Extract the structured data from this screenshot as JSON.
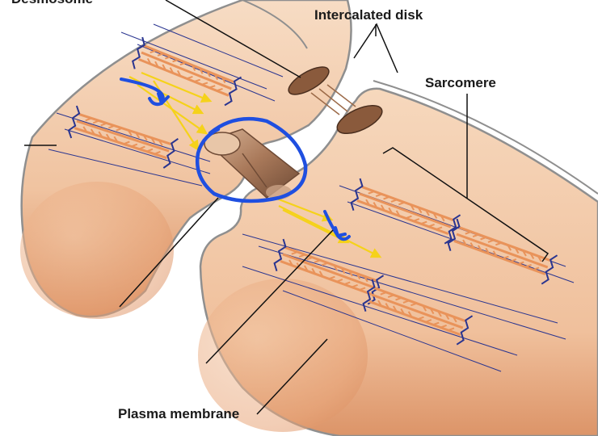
{
  "labels": {
    "top_left_partial": "Desmosome",
    "intercalated_disk": "Intercalated disk",
    "sarcomere": "Sarcomere",
    "plasma_membrane": "Plasma membrane"
  },
  "colors": {
    "cell_fill": "#f0c9a8",
    "cell_shadow": "#e3a97f",
    "myofilament": "#e9935a",
    "z_line": "#2a3590",
    "membrane": "#8f8f8f",
    "junction": "#8a5a3c",
    "annotation_blue": "#1f4fe0",
    "arrow_yellow": "#f5d21a",
    "leader_line": "#111111"
  },
  "icons": {
    "annotation_arrow_1": "blue-hand-drawn-arrow-icon",
    "annotation_arrow_2": "blue-hand-drawn-arrow-icon",
    "ion_flow": "yellow-arrow-icon"
  }
}
